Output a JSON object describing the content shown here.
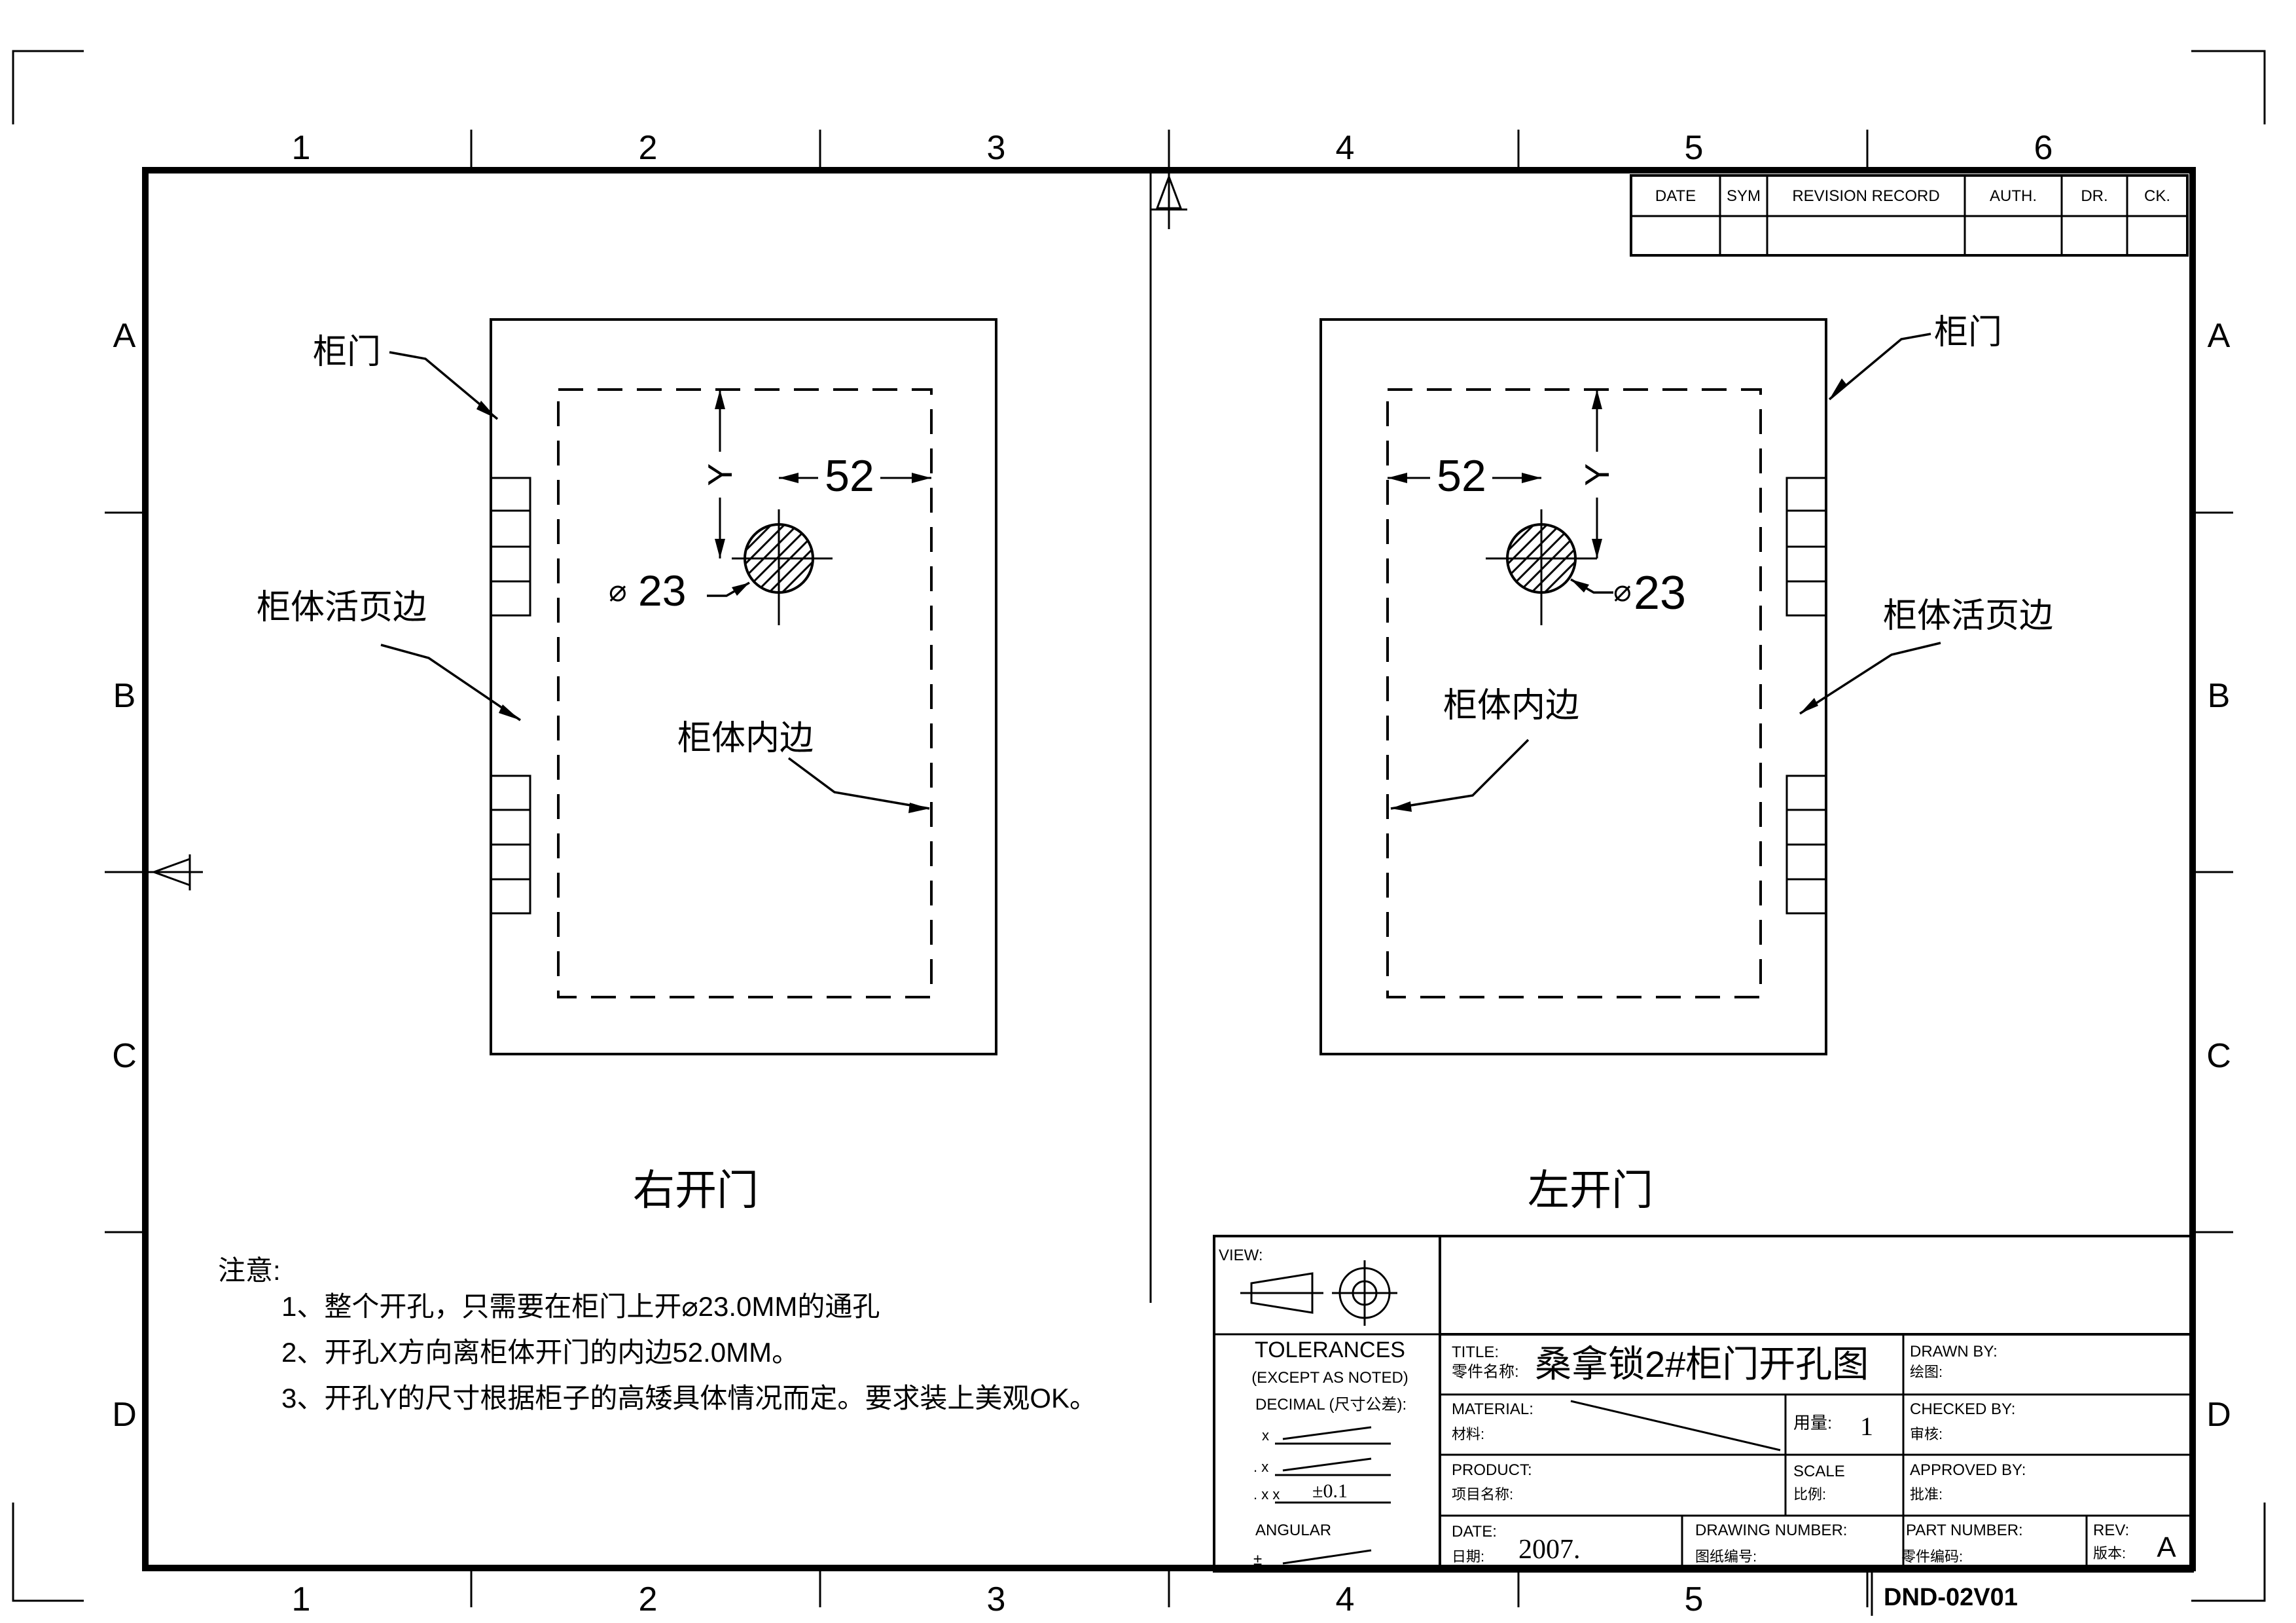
{
  "sheet": {
    "zone_cols": [
      "1",
      "2",
      "3",
      "4",
      "5",
      "6"
    ],
    "zone_rows": [
      "A",
      "B",
      "C",
      "D"
    ]
  },
  "revision_table": {
    "headers": [
      "DATE",
      "SYM",
      "REVISION RECORD",
      "AUTH.",
      "DR.",
      "CK."
    ]
  },
  "views": {
    "right": {
      "caption": "右开门",
      "door_label": "柜门",
      "hinge_label": "柜体活页边",
      "inner_label": "柜体内边",
      "dim_x": "52",
      "dim_y": "Y",
      "dia_symbol": "⌀",
      "dia_value": "23"
    },
    "left": {
      "caption": "左开门",
      "door_label": "柜门",
      "hinge_label": "柜体活页边",
      "inner_label": "柜体内边",
      "dim_x": "52",
      "dim_y": "Y",
      "dia_symbol": "⌀",
      "dia_value": "23"
    }
  },
  "notes": {
    "heading": "注意:",
    "items": [
      "1、整个开孔，只需要在柜门上开⌀23.0MM的通孔",
      "2、开孔X方向离柜体开门的内边52.0MM。",
      "3、开孔Y的尺寸根据柜子的高矮具体情况而定。要求装上美观OK。"
    ]
  },
  "title_block": {
    "view_label": "VIEW:",
    "tolerances": "TOLERANCES",
    "except_as_noted": "(EXCEPT AS NOTED)",
    "decimal": "DECIMAL (尺寸公差):",
    "tol_x": "x",
    "tol_xx": ". x",
    "tol_xxx": ". x x",
    "tol_xxx_value": "±0.1",
    "angular": "ANGULAR",
    "angular_pm": "±",
    "title_en": "TITLE:",
    "title_cn": "零件名称:",
    "title_value": "桑拿锁2#柜门开孔图",
    "material_en": "MATERIAL:",
    "material_cn": "材料:",
    "qty_label": "用量:",
    "qty_value": "1",
    "product_en": "PRODUCT:",
    "product_cn": "项目名称:",
    "scale_en": "SCALE",
    "scale_cn": "比例:",
    "drawn_en": "DRAWN BY:",
    "drawn_cn": "绘图:",
    "checked_en": "CHECKED BY:",
    "checked_cn": "审核:",
    "approved_en": "APPROVED BY:",
    "approved_cn": "批准:",
    "date_en": "DATE:",
    "date_cn": "日期:",
    "date_value": "2007.",
    "drawing_no_en": "DRAWING NUMBER:",
    "drawing_no_cn": "图纸编号:",
    "part_no_en": "PART NUMBER:",
    "part_no_cn": "零件编码:",
    "rev_en": "REV:",
    "rev_cn": "版本:",
    "rev_value": "A",
    "doc_number": "DND-02V01"
  }
}
